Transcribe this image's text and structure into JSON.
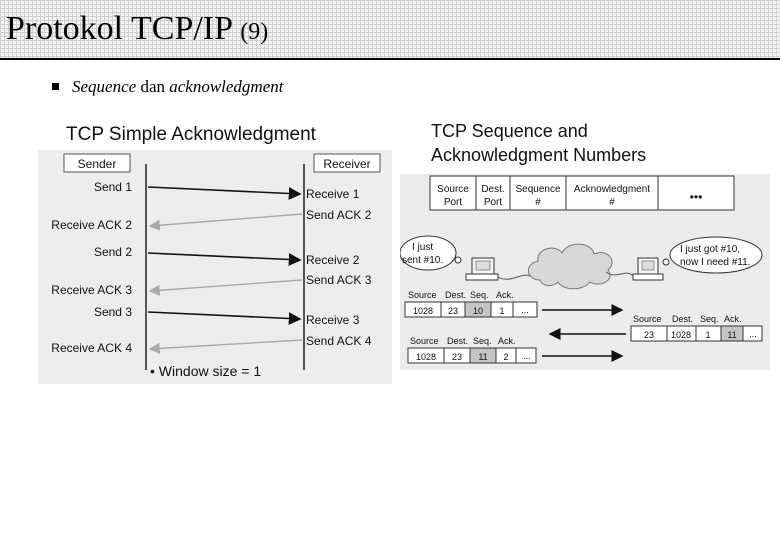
{
  "slide": {
    "title_main": "Protokol TCP/IP",
    "title_suffix": "(9)",
    "bullet": {
      "part1": "Sequence",
      "part2": " dan ",
      "part3": "acknowledgment"
    }
  },
  "left_diagram": {
    "title": "TCP Simple Acknowledgment",
    "sender_label": "Sender",
    "receiver_label": "Receiver",
    "sender_events": [
      "Send 1",
      "Receive ACK 2",
      "Send 2",
      "Receive ACK 3",
      "Send 3",
      "Receive ACK 4"
    ],
    "receiver_events": [
      "Receive 1",
      "Send ACK 2",
      "Receive 2",
      "Send ACK 3",
      "Receive 3",
      "Send ACK 4"
    ],
    "footnote": "• Window size = 1"
  },
  "right_diagram": {
    "title_line1": "TCP Sequence and",
    "title_line2": "Acknowledgment Numbers",
    "header_fields": [
      {
        "line1": "Source",
        "line2": "Port"
      },
      {
        "line1": "Dest.",
        "line2": "Port"
      },
      {
        "line1": "Sequence",
        "line2": "#"
      },
      {
        "line1": "Acknowledgment",
        "line2": "#"
      },
      {
        "line1": "•••",
        "line2": ""
      }
    ],
    "bubble_left": {
      "line1": "I just",
      "line2": "sent #10."
    },
    "bubble_right": {
      "line1": "I just got #10,",
      "line2": "now I need #11."
    },
    "segment_labels": [
      "Source",
      "Dest.",
      "Seq.",
      "Ack."
    ],
    "segment1": [
      "1028",
      "23",
      "10",
      "1",
      "..."
    ],
    "segment2": [
      "23",
      "1028",
      "1",
      "11",
      "..."
    ],
    "segment3": [
      "1028",
      "23",
      "11",
      "2",
      "..."
    ]
  }
}
